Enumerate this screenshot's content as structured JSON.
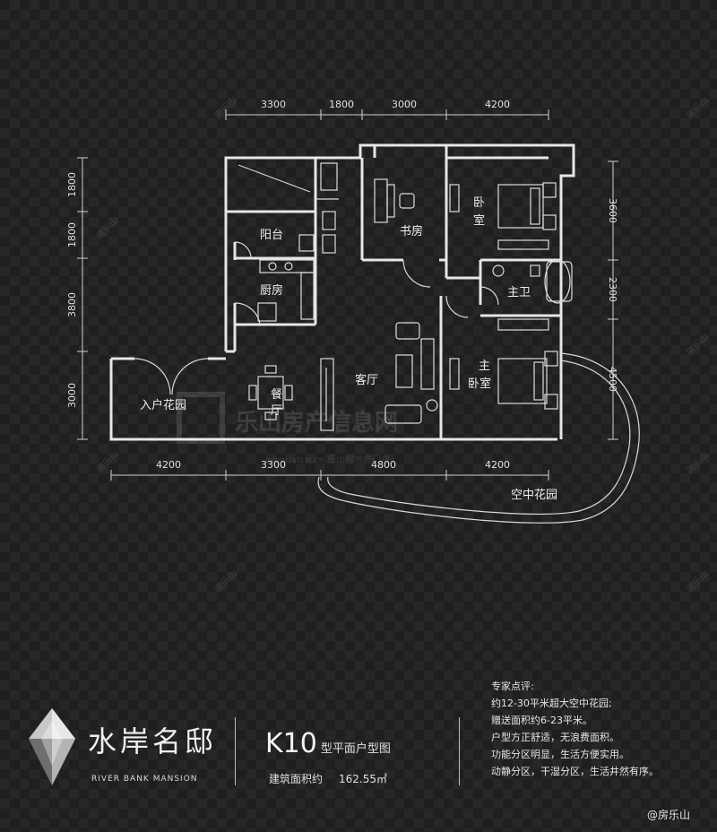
{
  "dimensions": {
    "top": [
      "3300",
      "1800",
      "3000",
      "4200"
    ],
    "bottom": [
      "4200",
      "3300",
      "4800",
      "4200"
    ],
    "left": [
      "1800",
      "1800",
      "3800",
      "3000"
    ],
    "right": [
      "3600",
      "2300",
      "4500"
    ]
  },
  "rooms": {
    "balcony": "阳台",
    "kitchen": "厨房",
    "study": "书房",
    "bedroom_char1": "卧",
    "bedroom_char2": "室",
    "master_bath": "主卫",
    "master_bedroom_line1": "主",
    "master_bedroom_line2": "卧室",
    "living_room": "客厅",
    "dining_char1": "餐",
    "dining_char2": "厅",
    "entry_garden": "入户花园",
    "sky_garden": "空中花园"
  },
  "watermark": {
    "main": "乐山房产信息网",
    "url": "www.lsfcw.cn 乐山房地产门户"
  },
  "brand": {
    "name_cn": "水岸名邸",
    "name_en": "RIVER BANK MANSION"
  },
  "unit": {
    "code": "K10",
    "type_label": "型平面户型图",
    "area_label": "建筑面积约",
    "area_value": "162.55㎡"
  },
  "expert_notes": {
    "title": "专家点评:",
    "lines": [
      "约12-30平米超大空中花园;",
      "赠送面积约6-23平米。",
      "户型方正舒适，无浪费面积。",
      "功能分区明显，生活方便实用。",
      "动静分区，干湿分区，生活井然有序。"
    ]
  },
  "tile_watermark": "房乐山",
  "credit": "@房乐山",
  "colors": {
    "background": "#1f1f1f",
    "lines": "#e6e6e6"
  }
}
